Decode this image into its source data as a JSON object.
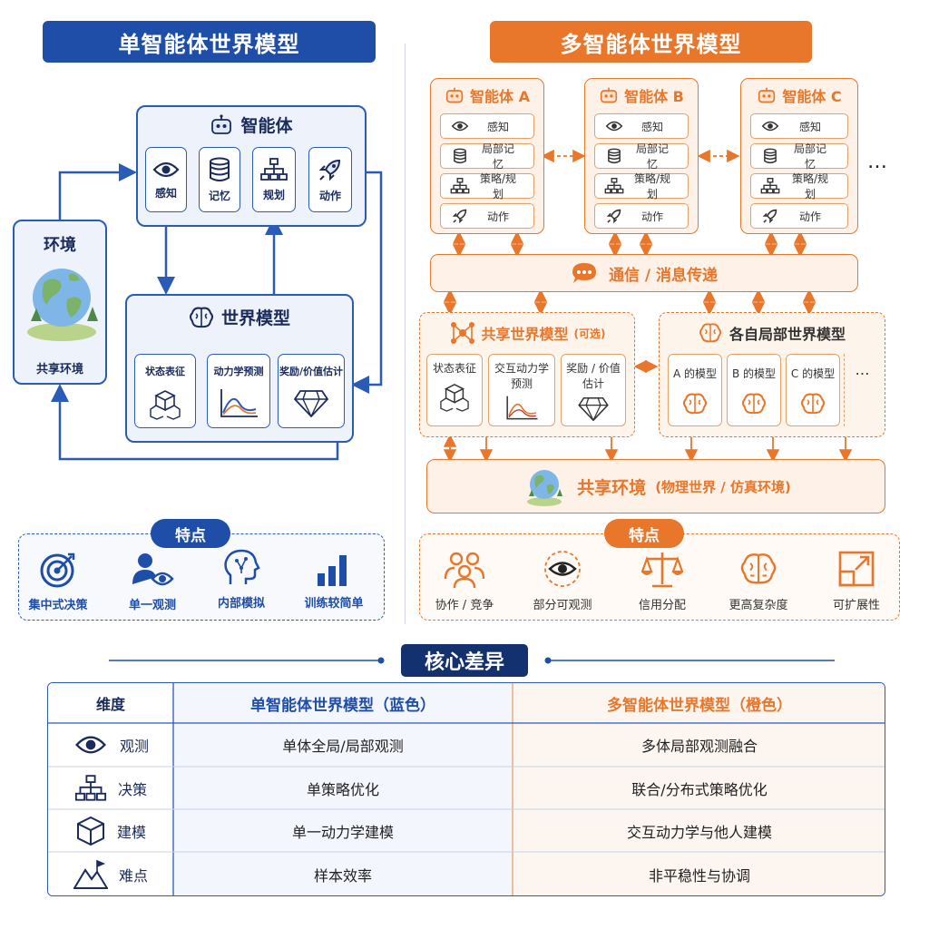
{
  "left": {
    "title": "单智能体世界模型",
    "agent": {
      "title": "智能体",
      "steps": [
        "感知",
        "记忆",
        "规划",
        "动作"
      ]
    },
    "environment": {
      "title": "环境",
      "label": "共享环境"
    },
    "world_model": {
      "title": "世界模型",
      "cards": [
        "状态表征",
        "动力学预测",
        "奖励/价值估计"
      ]
    },
    "features": {
      "tag": "特点",
      "items": [
        "集中式决策",
        "单一观测",
        "内部模拟",
        "训练较简单"
      ]
    }
  },
  "right": {
    "title": "多智能体世界模型",
    "agents": [
      {
        "title": "智能体 A"
      },
      {
        "title": "智能体 B"
      },
      {
        "title": "智能体 C"
      }
    ],
    "agent_rows": [
      "感知",
      "局部记忆",
      "策略/规划",
      "动作"
    ],
    "ellipsis": "…",
    "comm": "通信 / 消息传递",
    "shared_wm": {
      "title": "共享世界模型",
      "note": "(可选)",
      "cards": [
        {
          "l1": "状态表征",
          "l2": ""
        },
        {
          "l1": "交互动力学",
          "l2": "预测"
        },
        {
          "l1": "奖励 / 价值",
          "l2": "估计"
        }
      ]
    },
    "local_wm": {
      "title": "各自局部世界模型",
      "cards": [
        "A 的模型",
        "B 的模型",
        "C 的模型"
      ],
      "more": "…"
    },
    "shared_env": {
      "title": "共享环境",
      "note": "(物理世界 / 仿真环境)"
    },
    "features": {
      "tag": "特点",
      "items": [
        "协作 / 竞争",
        "部分可观测",
        "信用分配",
        "更高复杂度",
        "可扩展性"
      ]
    }
  },
  "core": {
    "title": "核心差异",
    "headers": [
      "维度",
      "单智能体世界模型（蓝色）",
      "多智能体世界模型（橙色）"
    ],
    "rows": [
      {
        "dim": "观测",
        "single": "单体全局/局部观测",
        "multi": "多体局部观测融合"
      },
      {
        "dim": "决策",
        "single": "单策略优化",
        "multi": "联合/分布式策略优化"
      },
      {
        "dim": "建模",
        "single": "单一动力学建模",
        "multi": "交互动力学与他人建模"
      },
      {
        "dim": "难点",
        "single": "样本效率",
        "multi": "非平稳性与协调"
      }
    ]
  },
  "colors": {
    "blue": "#1f4ea8",
    "orange": "#e8772b"
  }
}
